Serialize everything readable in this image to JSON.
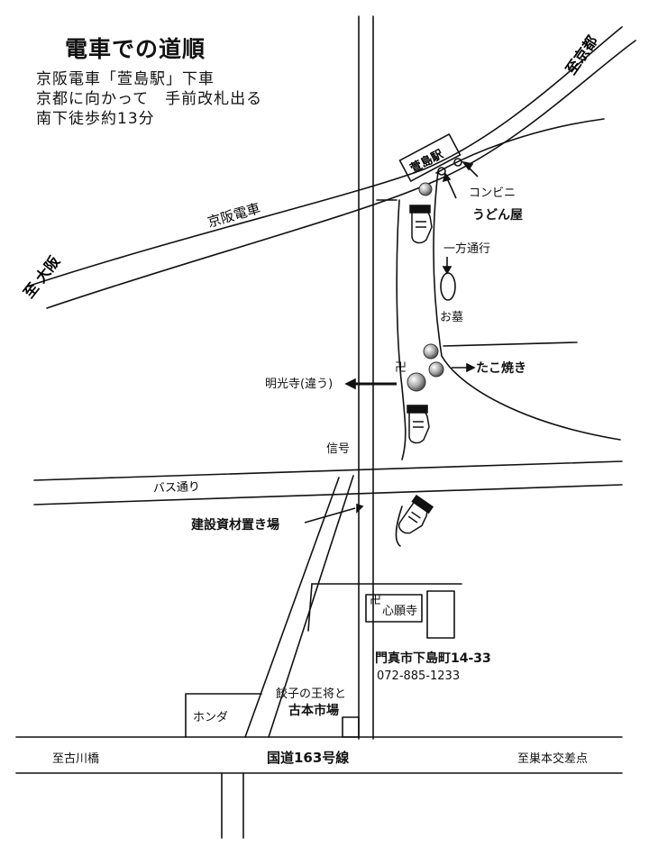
{
  "title": "電車での道順",
  "directions": [
    "京阪電車「萱島駅」下車",
    "京都に向かって　手前改札出る",
    "南下徒歩約13分"
  ],
  "labels": {
    "to_kyoto": "至京都",
    "to_osaka": "至 大阪",
    "railway": "京阪電車",
    "station": "萱島駅",
    "convenience": "コンビニ",
    "udon": "うどん屋",
    "one_way": "一方通行",
    "grave": "お墓",
    "takoyaki": "たこ焼き",
    "myokoji": "明光寺(違う)",
    "signal": "信号",
    "bus_street": "バス通り",
    "construction": "建設資材置き場",
    "temple": "心願寺",
    "address": "門真市下島町14-33",
    "phone": "072-885-1233",
    "gyoza_line1": "餃子の王将と",
    "gyoza_line2": "古本市場",
    "honda": "ホンダ",
    "to_furukawabashi": "至古川橋",
    "route163": "国道163号線",
    "to_subamoto": "至巣本交差点",
    "manji": "卍"
  }
}
